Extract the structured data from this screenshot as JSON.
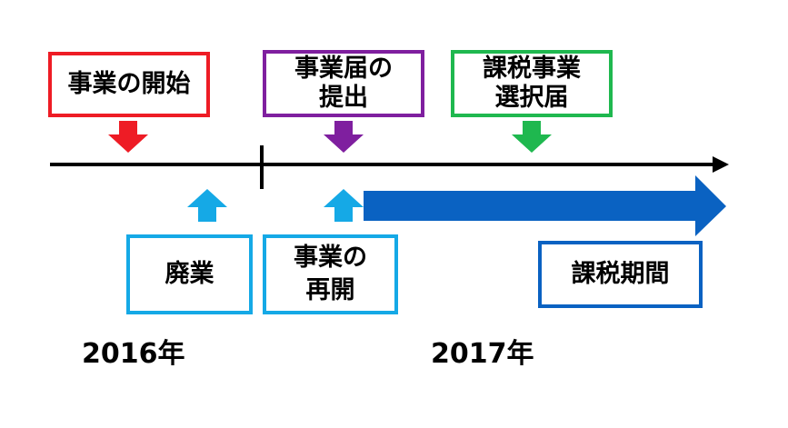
{
  "colors": {
    "red": "#ee1c25",
    "purple": "#7f1f9f",
    "green": "#1fb84f",
    "light_blue": "#15a9e6",
    "dark_blue": "#0a62c2",
    "black": "#000000"
  },
  "top_events": [
    {
      "label": "事業の開始",
      "color": "#ee1c25"
    },
    {
      "label": "事業届の\n提出",
      "color": "#7f1f9f"
    },
    {
      "label": "課税事業\n選択届",
      "color": "#1fb84f"
    }
  ],
  "bottom_events": [
    {
      "label": "廃業",
      "color": "#15a9e6"
    },
    {
      "label": "事業の\n再開",
      "color": "#15a9e6"
    }
  ],
  "period": {
    "label": "課税期間",
    "color": "#0a62c2"
  },
  "years": [
    "2016年",
    "2017年"
  ]
}
